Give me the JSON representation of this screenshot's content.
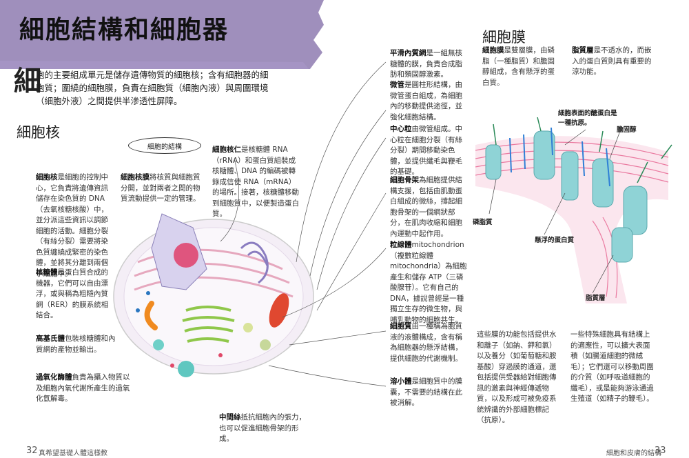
{
  "title": "細胞結構和細胞器",
  "intro": {
    "dropcap": "細",
    "text": "胞的主要組成單元是儲存遺傳物質的細胞核；含有細胞器的細胞質；圍繞的細胞膜，負責在細胞質（細胞內液）與周圍環境（細胞外液）之間提供半滲透性屏障。"
  },
  "nucleus_heading": "細胞核",
  "cell_structure_label": "細胞的結構",
  "left_col": [
    {
      "term": "細胞核",
      "text": "是細胞的控制中心，它負責將遺傳資訊儲存在染色質的 DNA（去氧核糖核酸）中，並分派這些資訊以調節細胞的活動。細胞分裂（有絲分裂）需要將染色質纏繞成緊密的染色體，並將其分離到兩個子細胞中。"
    },
    {
      "term": "核糖體",
      "text": "是蛋白質合成的機器，它們可以自由漂浮，或與稱為粗糙內質網（RER）的膜系統相結合。"
    },
    {
      "term": "高基氏體",
      "text": "包裝核糖體和內質網的產物並輸出。"
    },
    {
      "term": "過氧化酶體",
      "text": "負責為攝入物質以及細胞內氧代謝所產生的過氧化氫解毒。"
    }
  ],
  "nuclear_membrane": {
    "term": "細胞核膜",
    "text": "將核質與細胞質分開，並對兩者之間的物質流動提供一定的管理。"
  },
  "nucleolus": {
    "term": "細胞核仁",
    "text": "是核糖體 RNA（rRNA）和蛋白質組裝成核糖體、DNA 的編碼被轉錄成信使 RNA（mRNA）的場所。接著，核糖體移動到細胞質中，以便製造蛋白質。"
  },
  "middle_col": [
    {
      "term": "平滑內質網",
      "text": "是一組無核糖體的膜，負責合成脂肪和類固醇激素。"
    },
    {
      "term": "微管",
      "text": "是圓柱形結構，由微管蛋白組成，為細胞內的移動提供途徑，並強化細胞結構。"
    },
    {
      "term": "中心粒",
      "text": "由微管組成。中心粒在細胞分裂（有絲分裂）期間移動染色體，並提供纖毛與鞭毛的基礎。"
    },
    {
      "term": "細胞骨架",
      "text": "為細胞提供結構支援，包括由肌動蛋白組成的微絲，撐起細胞骨架的一個網狀部分，在肌肉收縮和細胞內運動中起作用。"
    },
    {
      "term": "粒線體",
      "text": "mitochondrion（複數粒線體mitochondria）為細胞產生和儲存 ATP（三磷酸腺苷）。它有自己的 DNA，據說曾經是一種獨立生存的微生物，與哺乳動物的細胞共生。"
    },
    {
      "term": "細胞質",
      "text": "由一種稱為胞質液的液體構成，含有稱為細胞器的懸浮結構，提供細胞的代謝機制。"
    },
    {
      "term": "溶小體",
      "text": "是細胞質中的膜囊，不需要的結構在此被消解。"
    }
  ],
  "microfilament": {
    "term": "中間絲",
    "text": "抵抗細胞內的張力，也可以促進細胞骨架的形成。"
  },
  "membrane_heading": "細胞膜",
  "membrane_intro_1": {
    "term": "細胞膜",
    "text": "是雙層膜，由磷脂（一種脂質）和膽固醇組成，含有懸浮的蛋白質。"
  },
  "membrane_intro_2": {
    "term": "脂質層",
    "text": "是不透水的，而嵌入的蛋白質則具有重要的涼功能。"
  },
  "membrane_labels": {
    "glycoprotein": "細胞表面的醣蛋白是一種抗原。",
    "cholesterol": "膽固醇",
    "phospholipid": "磷脂質",
    "floating_protein": "懸浮的蛋白質",
    "lipid_layer": "脂質層"
  },
  "membrane_text_1": "這些膜的功能包括提供水和離子（如鈉、鉀和氯）以及養分（如葡萄糖和胺基酸）穿過膜的通道，還包括提供受器給對細胞傳訊的激素與神經傳遞物質，以及形成可被免疫系統辨識的外部細胞標記（抗原）。",
  "membrane_text_2": "一些特殊細胞具有結構上的適應性，可以擴大表面積（如腸道細胞的微絨毛）；它們還可以移動周圍的介質（如呼吸道細胞的纖毛），或是能夠游泳通過生殖道（如精子的鞭毛）。",
  "footer_left": {
    "num": "32",
    "text": "真希望基礎人體這樣教"
  },
  "footer_right": {
    "num": "33",
    "text": "細胞和皮膚的結構"
  },
  "colors": {
    "title_band": "#8e7bb0",
    "membrane_pink": "#f2a0b8",
    "protein_teal": "#8fd3d6",
    "cholesterol_blue": "#2f7fd6"
  }
}
